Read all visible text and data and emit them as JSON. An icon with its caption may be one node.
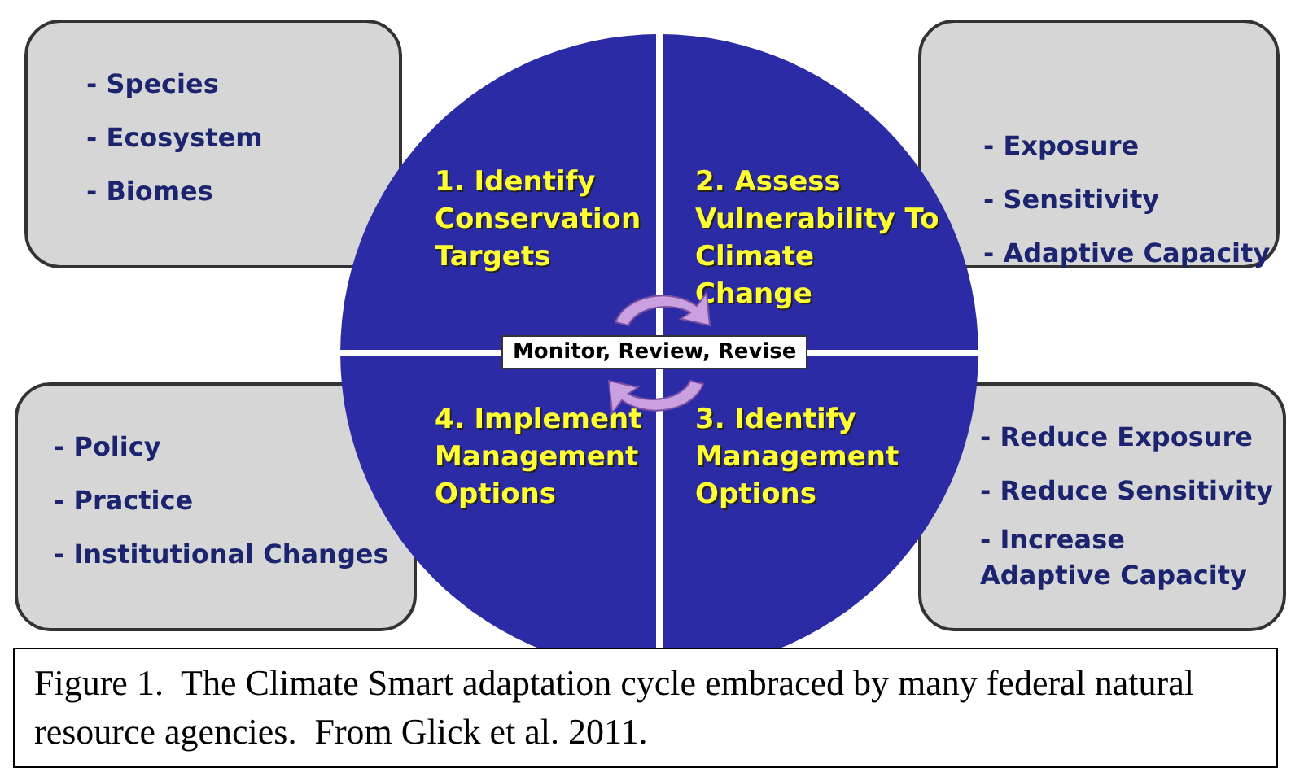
{
  "diagram": {
    "caption": "Figure 1.  The Climate Smart adaptation cycle embraced by many federal natural resource agencies.  From Glick et al. 2011.",
    "nodes": [
      {
        "text": [
          "- Species",
          "- Ecosystem",
          "- Biomes"
        ]
      },
      {
        "text": [
          "1. Identify Conservation Targets"
        ]
      },
      {
        "text": [
          "2. Assess Vulnerability To Climate Change"
        ]
      },
      {
        "text": [
          "- Exposure",
          "- Sensitivity",
          "- Adaptive Capacity"
        ]
      },
      {
        "text": [
          "- Policy",
          "- Practice",
          "- Institutional Changes"
        ]
      },
      {
        "text": [
          "4. Implement Management Options"
        ]
      },
      {
        "text": [
          "3. Identify Management Options"
        ]
      },
      {
        "text": [
          "- Reduce Exposure",
          "- Reduce Sensitivity",
          "- Increase Adaptive Capacity"
        ]
      },
      {
        "text": [
          "Monitor, Review, Revise"
        ]
      }
    ],
    "edges": []
  }
}
